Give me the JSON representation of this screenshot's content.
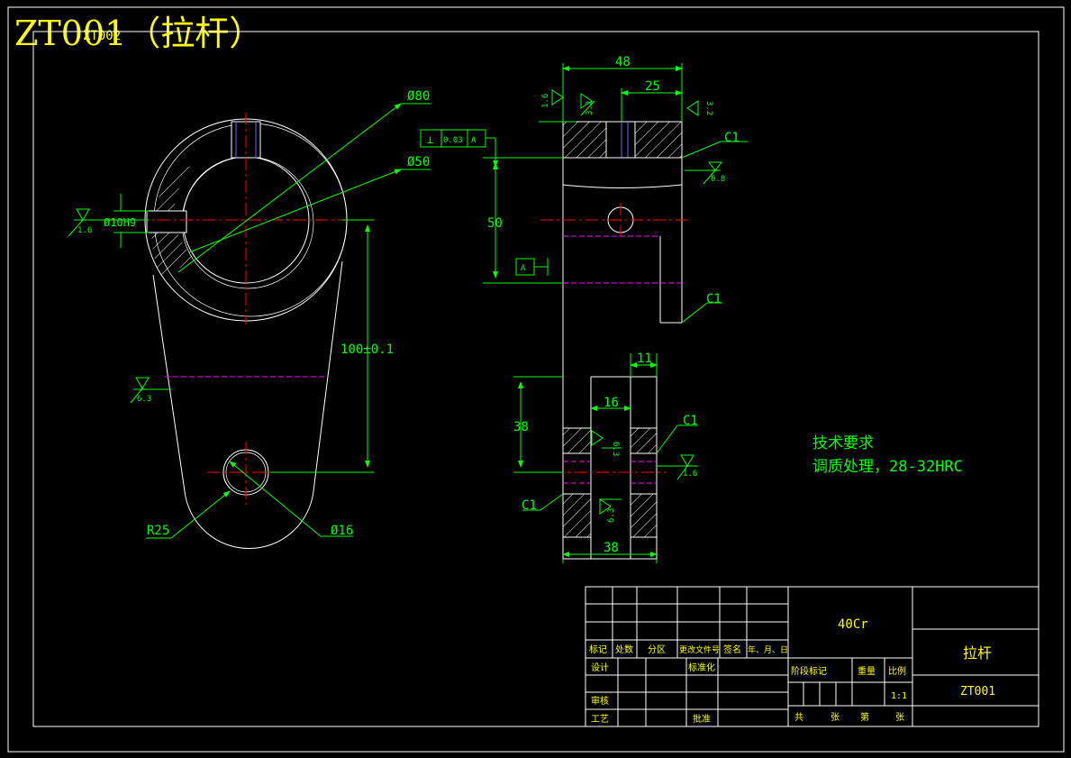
{
  "header": {
    "title": "ZT001（拉杆）",
    "overlay": "ZT002"
  },
  "colors": {
    "background": "#000000",
    "outline": "#ffffff",
    "dimension": "#00ff00",
    "centerline": "#ff0000",
    "hidden": "#ff00ff",
    "hole": "#6666ff",
    "title": "#ffff00"
  },
  "front_view": {
    "dims": {
      "d80": "Ø80",
      "d50": "Ø50",
      "d10h9": "Ø10H9",
      "r1_6": "1.6",
      "r6_3": "6.3",
      "dist": "100±0.1",
      "r25": "R25",
      "d16": "Ø16"
    }
  },
  "side_view": {
    "dims": {
      "w48": "48",
      "w25": "25",
      "r1_6a": "1.6",
      "r3_2a": "3.2",
      "r3_2b": "3.2",
      "c1a": "C1",
      "r0_8": "0.8",
      "tol_symbol": "⊥",
      "tol_value": "0.03",
      "tol_datum": "A",
      "h50": "50",
      "datum_a": "A",
      "c1b": "C1",
      "w11": "11",
      "w16": "16",
      "h38": "38",
      "c1c": "C1",
      "r6_3a": "6.3",
      "r1_6b": "1.6",
      "c1d": "C1",
      "r6_3b": "6.3",
      "w38": "38"
    }
  },
  "notes": {
    "heading": "技术要求",
    "line1": "调质处理，28-32HRC"
  },
  "title_block": {
    "material": "40Cr",
    "part_name": "拉杆",
    "part_code": "ZT001",
    "labels": {
      "mark": "标记",
      "count": "处数",
      "zone": "分区",
      "change_doc": "更改文件号",
      "signature": "签名",
      "date": "年、月、日",
      "design": "设计",
      "standardize": "标准化",
      "stage": "阶段标记",
      "weight": "重量",
      "scale_label": "比例",
      "review": "审核",
      "process": "工艺",
      "approve": "批准",
      "total": "共",
      "sheets": "张",
      "nth": "第",
      "sheet": "张"
    },
    "scale": "1:1"
  }
}
